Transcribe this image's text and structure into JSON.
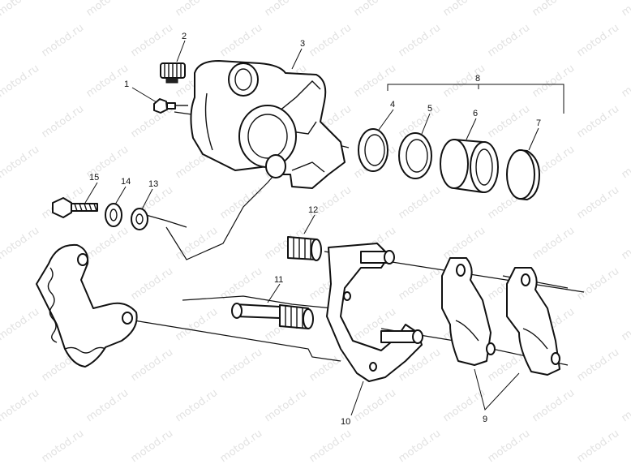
{
  "watermark": "motod.ru",
  "callouts": {
    "n1": "1",
    "n2": "2",
    "n3": "3",
    "n4": "4",
    "n5": "5",
    "n6": "6",
    "n7": "7",
    "n8": "8",
    "n9": "9",
    "n10": "10",
    "n11": "11",
    "n12": "12",
    "n13": "13",
    "n14": "14",
    "n15": "15"
  }
}
